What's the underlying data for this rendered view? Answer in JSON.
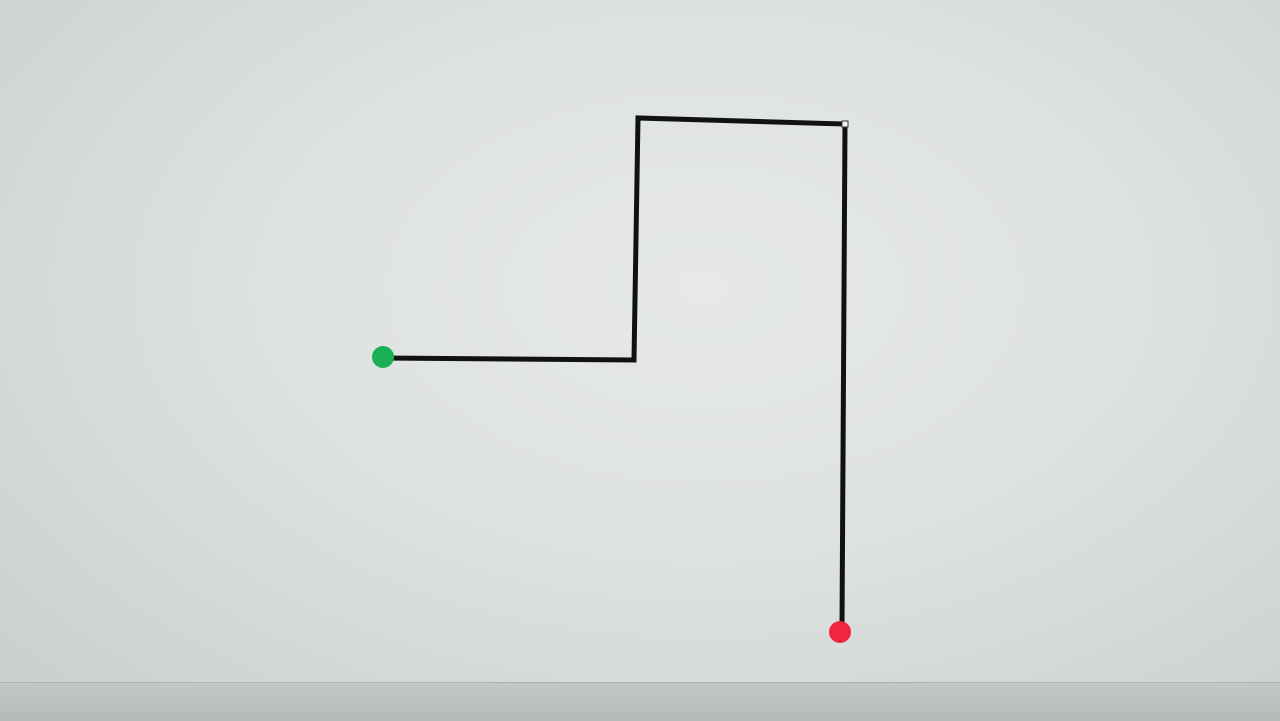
{
  "diagram": {
    "path": {
      "color": "#111111",
      "segments": [
        "right",
        "up",
        "right",
        "down"
      ]
    },
    "start_marker": {
      "color": "#1ab055"
    },
    "end_marker": {
      "color": "#f0253e"
    }
  }
}
